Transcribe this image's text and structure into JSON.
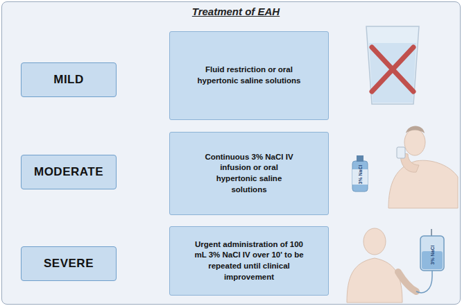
{
  "diagram": {
    "title": "Treatment of EAH",
    "nodes": [
      {
        "text": [
          "MILD"
        ]
      },
      {
        "text": [
          "Fluid restriction or oral hypertonic saline solutions"
        ]
      },
      {
        "text": [
          "MODERATE"
        ]
      },
      {
        "text": [
          "Continuous 3% NaCl IV infusion or oral hypertonic saline solutions"
        ]
      },
      {
        "text": [
          "SEVERE"
        ]
      },
      {
        "text": [
          "Urgent administration of 100 mL 3% NaCl IV over 10' to be repeated until clinical improvement"
        ]
      }
    ],
    "labels": [
      "3% NaCl",
      "3% NaCl"
    ]
  }
}
